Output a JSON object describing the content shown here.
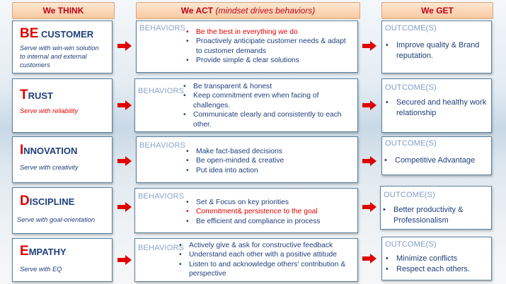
{
  "headers": {
    "think": "We THINK",
    "act": "We ACT",
    "act_sub": "(mindset drives behaviors)",
    "get": "We GET"
  },
  "behaviors_label": "BEHAVIORS",
  "outcomes_label": "OUTCOME(S)",
  "rows": [
    {
      "initial": "BE",
      "rest": " CUSTOMER",
      "subtitle_lines": [
        "Serve with win-win solution",
        "to internal and external",
        "customers"
      ],
      "subtitle_color": "navy",
      "behaviors": [
        {
          "text": "Be the best in everything we do",
          "highlight": true
        },
        {
          "text": "Proactively anticipate customer needs & adapt to customer demands",
          "highlight": false
        },
        {
          "text": "Provide simple & clear solutions",
          "highlight": false
        }
      ],
      "outcomes": [
        "Improve quality & Brand reputation."
      ]
    },
    {
      "initial": "T",
      "rest": "RUST",
      "subtitle_lines": [
        "Serve with reliability"
      ],
      "subtitle_color": "red",
      "behaviors": [
        {
          "text": "Be transparent & honest",
          "highlight": false
        },
        {
          "text": "Keep commitment even when facing of challenges.",
          "highlight": false
        },
        {
          "text": "Communicate clearly and consistently to each other.",
          "highlight": false
        }
      ],
      "outcomes": [
        "Secured and healthy work relationship"
      ]
    },
    {
      "initial": "I",
      "rest": "NNOVATION",
      "subtitle_lines": [
        "Serve with creativity"
      ],
      "subtitle_color": "navy",
      "behaviors": [
        {
          "text": "Make fact-based decisions",
          "highlight": false
        },
        {
          "text": "Be open-minded & creative",
          "highlight": false
        },
        {
          "text": "Put idea into action",
          "highlight": false
        }
      ],
      "outcomes": [
        "Competitive Advantage"
      ]
    },
    {
      "initial": "D",
      "rest": "ISCIPLINE",
      "subtitle_lines": [
        "Serve with goal-orientation"
      ],
      "subtitle_color": "navy",
      "behaviors": [
        {
          "text": "Set & Focus on key priorities",
          "highlight": false
        },
        {
          "text": "Commitment& persistence to the goal",
          "highlight": true
        },
        {
          "text": "Be efficient and compliance in process",
          "highlight": false
        }
      ],
      "outcomes": [
        "Better productivity & Professionalism"
      ]
    },
    {
      "initial": "E",
      "rest": "MPATHY",
      "subtitle_lines": [
        "Serve with EQ"
      ],
      "subtitle_color": "navy",
      "behaviors": [
        {
          "text": "Actively give & ask for constructive feedback",
          "highlight": false
        },
        {
          "text": "Understand each other with a positive attitude",
          "highlight": false
        },
        {
          "text": "Listen to and acknowledge others' contribution & perspective",
          "highlight": false
        }
      ],
      "outcomes": [
        "Minimize conflicts",
        "Respect each others."
      ]
    }
  ],
  "colors": {
    "navy": "#1f3f7a",
    "red": "#e00000",
    "arrow": "#e00000"
  }
}
